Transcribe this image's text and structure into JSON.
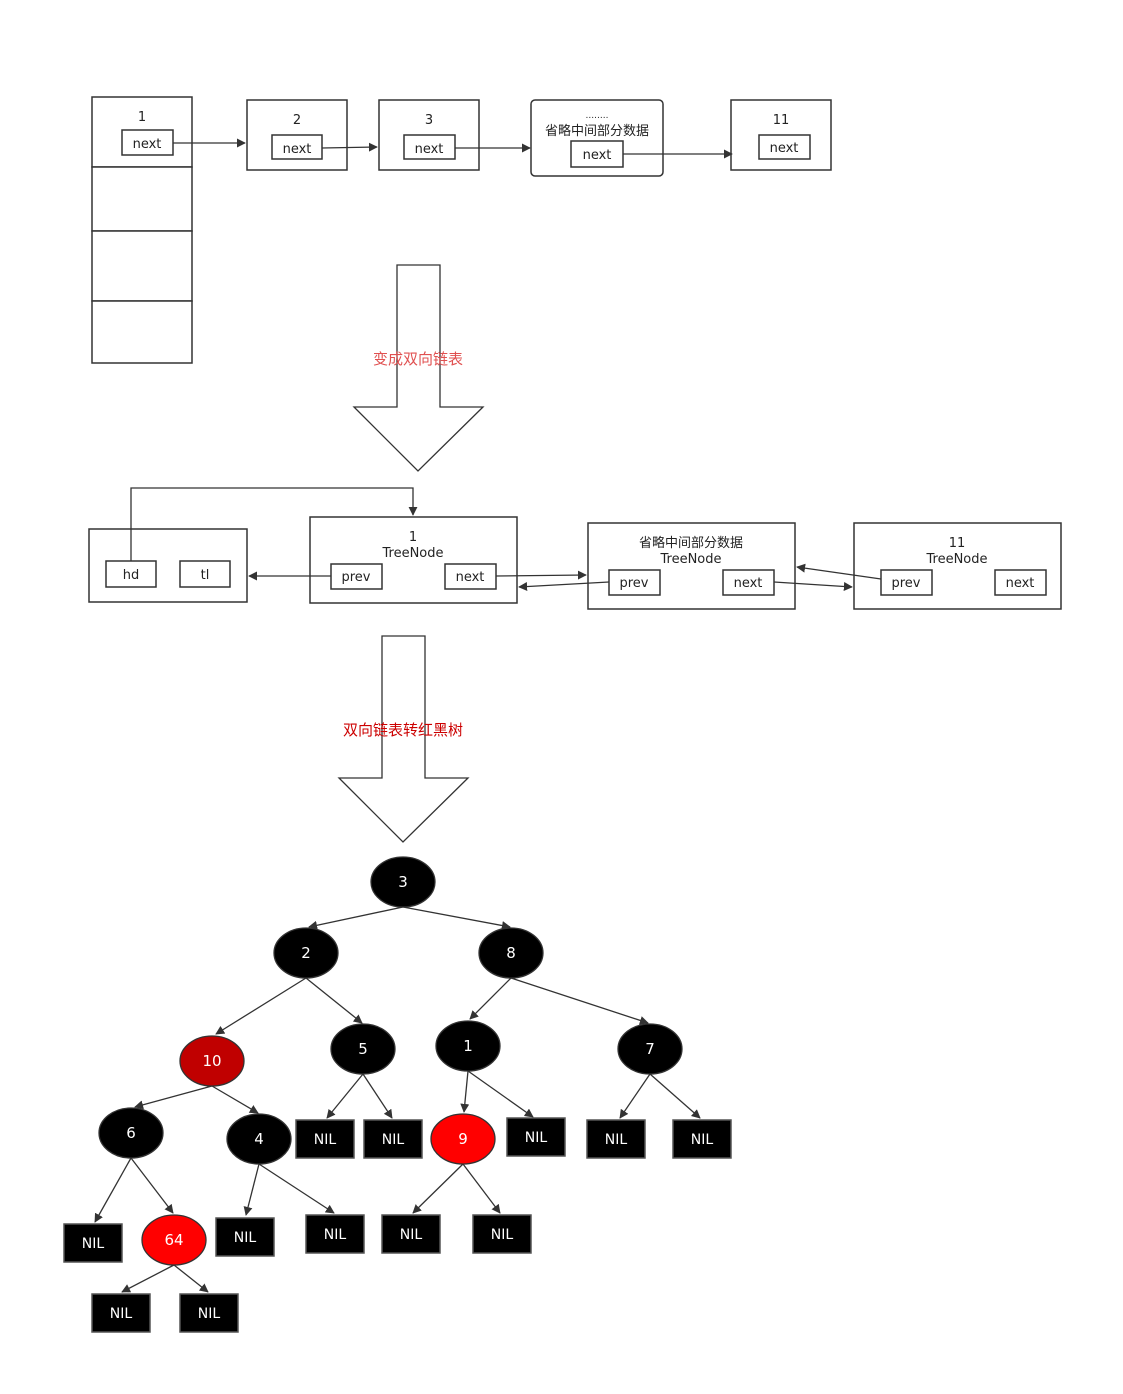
{
  "colors": {
    "black_node": "#000000",
    "red_node": "#ff0000",
    "dark_red_node": "#c00000",
    "arrow_label_1": "#e05050",
    "arrow_label_2": "#cc0000",
    "stroke": "#333333"
  },
  "singly_list": {
    "bucket_first": "1",
    "next_label": "next",
    "nodes": [
      "2",
      "3"
    ],
    "omitted_dots": "........",
    "omitted_text": "省略中间部分数据",
    "last": "11"
  },
  "arrow1_label": "变成双向链表",
  "doubly_list": {
    "hd": "hd",
    "tl": "tl",
    "node1_num": "1",
    "tree_node": "TreeNode",
    "omitted_text": "省略中间部分数据",
    "node11_num": "11",
    "prev_label": "prev",
    "next_label": "next"
  },
  "arrow2_label": "双向链表转红黑树",
  "tree": {
    "nodes": {
      "n3": "3",
      "n2": "2",
      "n8": "8",
      "n10": "10",
      "n5": "5",
      "n1": "1",
      "n7": "7",
      "n6": "6",
      "n4": "4",
      "n9": "9",
      "n64": "64"
    },
    "nil_label": "NIL"
  }
}
